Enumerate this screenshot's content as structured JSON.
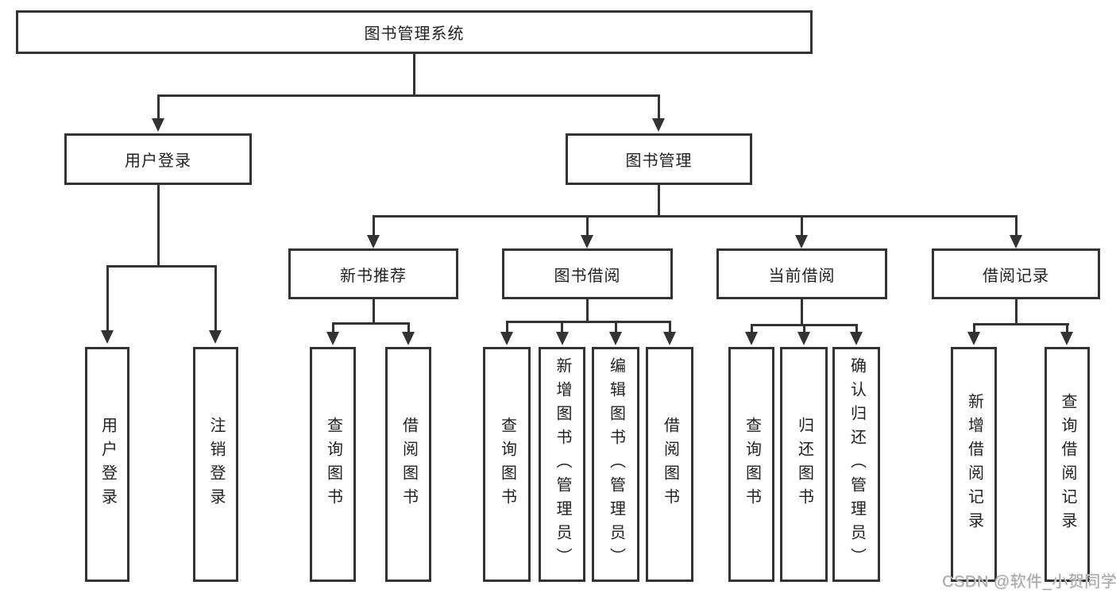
{
  "tree": {
    "label": "图书管理系统",
    "children": [
      {
        "label": "用户登录",
        "children": [
          {
            "label": "用户登录"
          },
          {
            "label": "注销登录"
          }
        ]
      },
      {
        "label": "图书管理",
        "children": [
          {
            "label": "新书推荐",
            "children": [
              {
                "label": "查询图书"
              },
              {
                "label": "借阅图书"
              }
            ]
          },
          {
            "label": "图书借阅",
            "children": [
              {
                "label": "查询图书"
              },
              {
                "label": "新增图书（管理员）"
              },
              {
                "label": "编辑图书（管理员）"
              },
              {
                "label": "借阅图书"
              }
            ]
          },
          {
            "label": "当前借阅",
            "children": [
              {
                "label": "查询图书"
              },
              {
                "label": "归还图书"
              },
              {
                "label": "确认归还（管理员）"
              }
            ]
          },
          {
            "label": "借阅记录",
            "children": [
              {
                "label": "新增借阅记录"
              },
              {
                "label": "查询借阅记录"
              }
            ]
          }
        ]
      }
    ]
  },
  "watermark": {
    "text": "CSDN @软件_小贺同学"
  },
  "colors": {
    "line": "#333333",
    "text": "#222222",
    "watermark": "#a9a9a9",
    "background": "#ffffff"
  }
}
